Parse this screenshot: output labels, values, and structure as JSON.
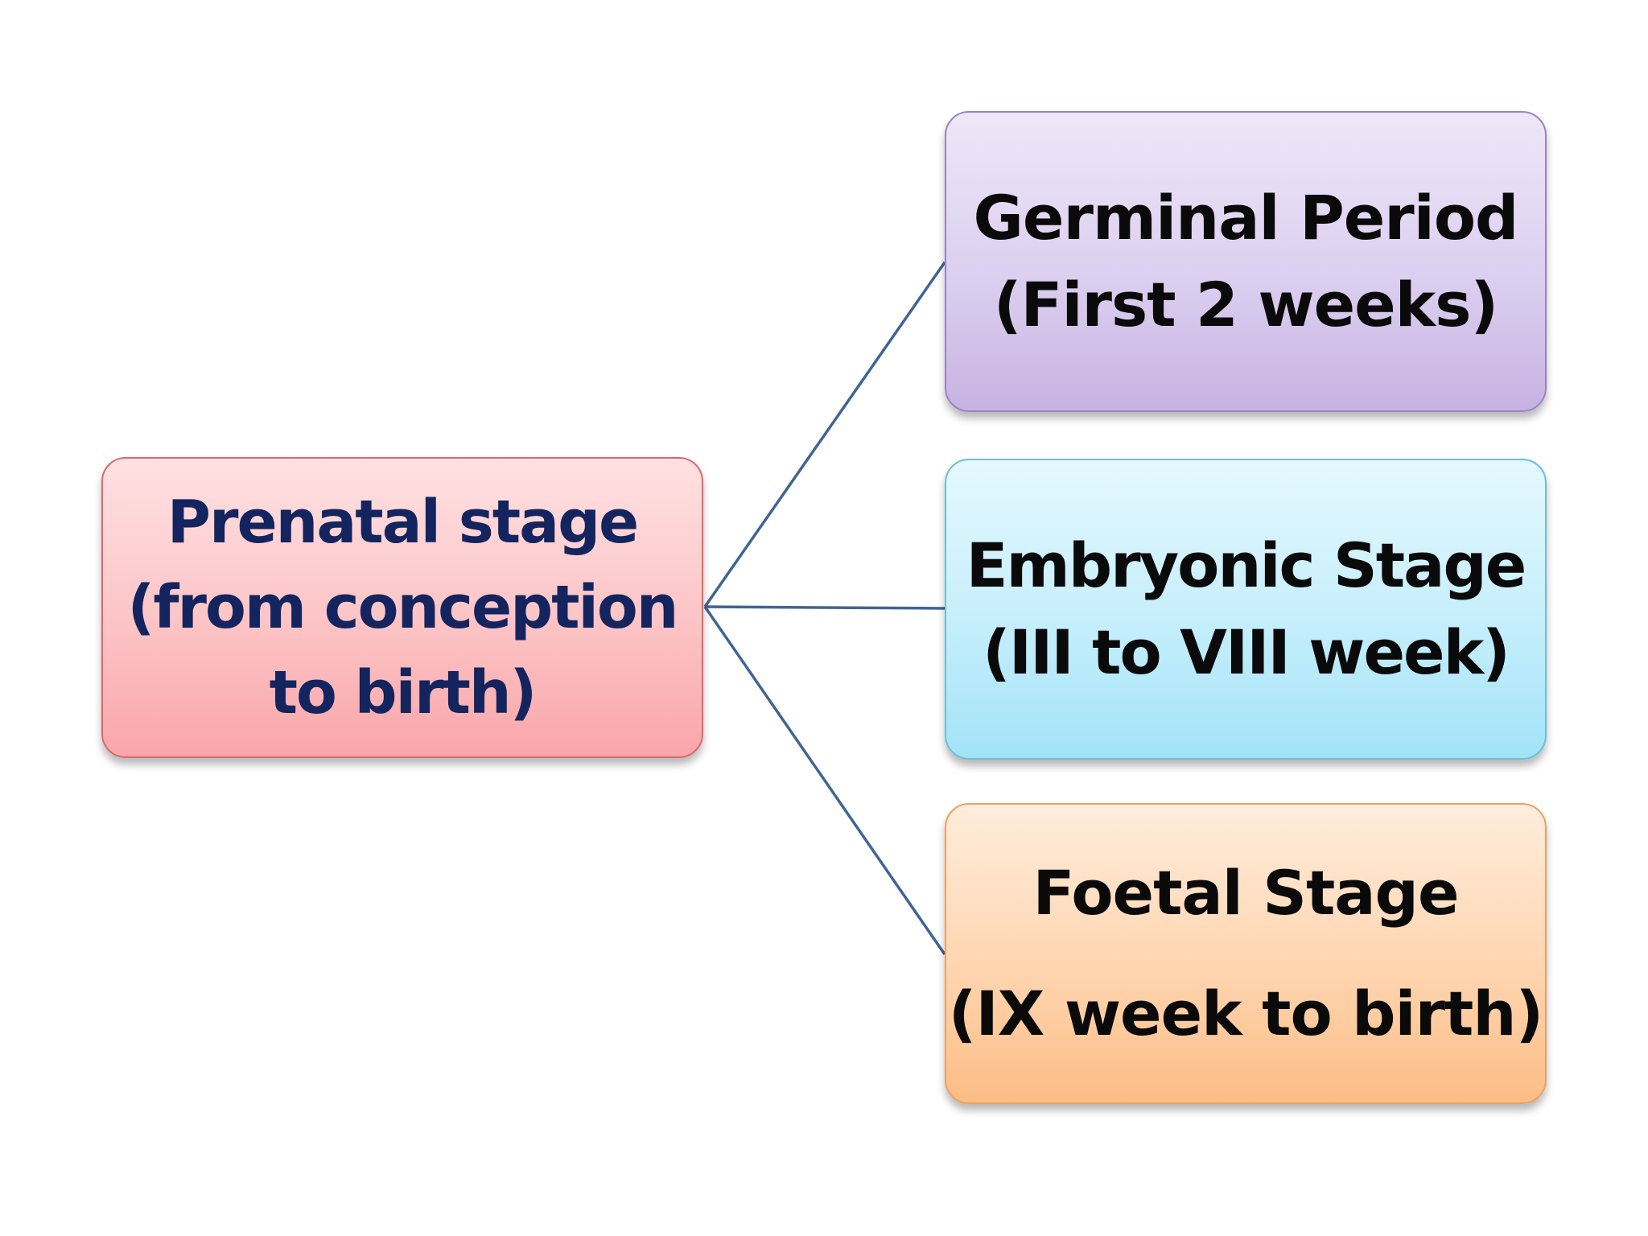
{
  "diagram": {
    "root": {
      "lines": [
        "Prenatal stage",
        "(from conception",
        "to birth)"
      ],
      "text_color": "#14245e",
      "fill_color": "#fcc4c6"
    },
    "children": [
      {
        "lines": [
          "Germinal Period",
          "(First 2 weeks)"
        ],
        "fill_color": "#dccff0"
      },
      {
        "lines": [
          "Embryonic Stage",
          "(III to VIII week)"
        ],
        "fill_color": "#c5eefb"
      },
      {
        "lines": [
          "Foetal Stage",
          "(IX week to birth)"
        ],
        "fill_color": "#fed5b0"
      }
    ],
    "connector_color": "#3f6592",
    "child_text_color": "#0a0a0a"
  }
}
